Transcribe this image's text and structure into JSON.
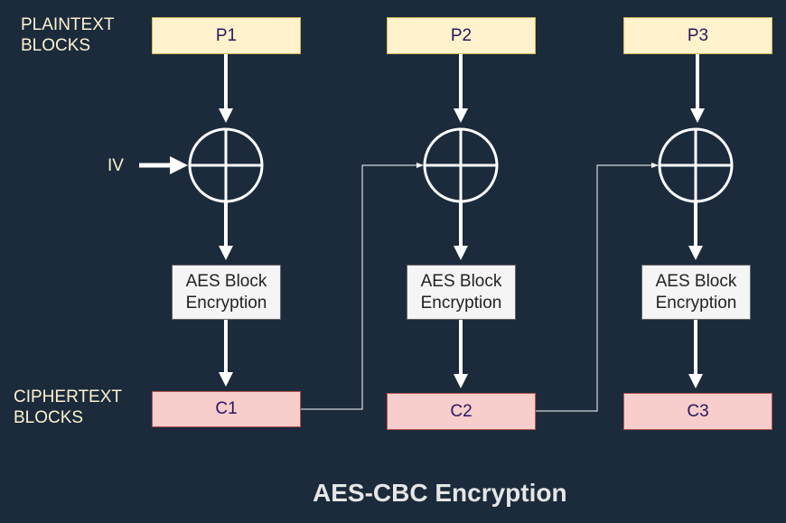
{
  "labels": {
    "plaintext": [
      "PLAINTEXT",
      "BLOCKS"
    ],
    "ciphertext": [
      "CIPHERTEXT",
      "BLOCKS"
    ],
    "iv": "IV"
  },
  "plaintext_blocks": [
    "P1",
    "P2",
    "P3"
  ],
  "encryption_blocks": [
    [
      "AES Block",
      "Encryption"
    ],
    [
      "AES Block",
      "Encryption"
    ],
    [
      "AES Block",
      "Encryption"
    ]
  ],
  "ciphertext_blocks": [
    "C1",
    "C2",
    "C3"
  ],
  "title": "AES-CBC Encryption",
  "colors": {
    "background": "#1b2b3c",
    "plaintext_fill": "#fff2cc",
    "ciphertext_fill": "#f8cecc",
    "aes_fill": "#f5f5f5",
    "arrow": "#ffffff",
    "label_text": "#fff3cf"
  }
}
